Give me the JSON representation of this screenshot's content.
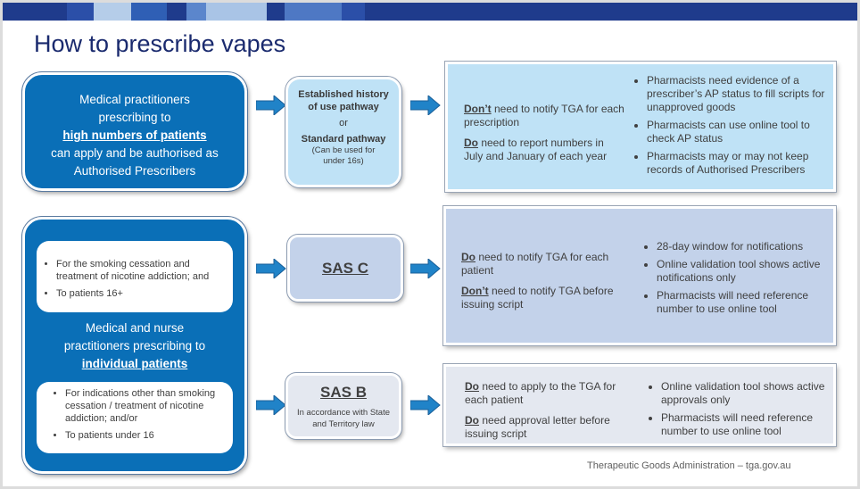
{
  "title": "How to prescribe vapes",
  "colors": {
    "primary_blue": "#0a6fb7",
    "title": "#1a2a6e",
    "arrow": "#2083c8"
  },
  "row1": {
    "left": {
      "line1": "Medical practitioners",
      "line2": "prescribing to",
      "emphasis": "high numbers of patients",
      "line3": "can apply and be authorised as",
      "line4": "Authorised Prescribers"
    },
    "pathway": {
      "option1": "Established history of use pathway",
      "or": "or",
      "option2": "Standard pathway",
      "note": "(Can be used for under 16s)"
    },
    "panel": {
      "p1_key": "Don’t",
      "p1_rest": " need to notify TGA for each prescription",
      "p2_key": "Do",
      "p2_rest": " need to report numbers in July and January of each year",
      "bullets": [
        "Pharmacists need evidence of a prescriber’s AP status to fill scripts for unapproved goods",
        "Pharmacists can use online tool to check AP status",
        "Pharmacists may or may not keep records of Authorised Prescribers"
      ]
    }
  },
  "row2": {
    "left": {
      "top_bullets": [
        "For the smoking cessation and treatment of nicotine addiction; and",
        "To patients 16+"
      ],
      "line1": "Medical and nurse",
      "line2": "practitioners prescribing to",
      "emphasis": "individual patients",
      "bottom_bullets": [
        "For indications other than smoking cessation / treatment of nicotine addiction; and/or",
        "To patients under 16"
      ]
    },
    "sasc": {
      "label": "SAS C"
    },
    "sasc_panel": {
      "p1_key": "Do",
      "p1_rest": " need to notify TGA for each patient",
      "p2_key": "Don’t",
      "p2_rest": " need to notify TGA before issuing script",
      "bullets": [
        "28-day window for notifications",
        "Online validation tool shows active notifications only",
        "Pharmacists will need reference number to use online tool"
      ]
    },
    "sasb": {
      "label": "SAS B",
      "note": "In accordance with State and Territory law"
    },
    "sasb_panel": {
      "p1_key": "Do",
      "p1_rest": " need to apply to the TGA for each patient",
      "p2_key": "Do",
      "p2_rest": " need approval letter before issuing script",
      "bullets": [
        "Online validation tool shows active approvals only",
        "Pharmacists will need reference number to use online tool"
      ]
    }
  },
  "footer": "Therapeutic Goods Administration – tga.gov.au"
}
